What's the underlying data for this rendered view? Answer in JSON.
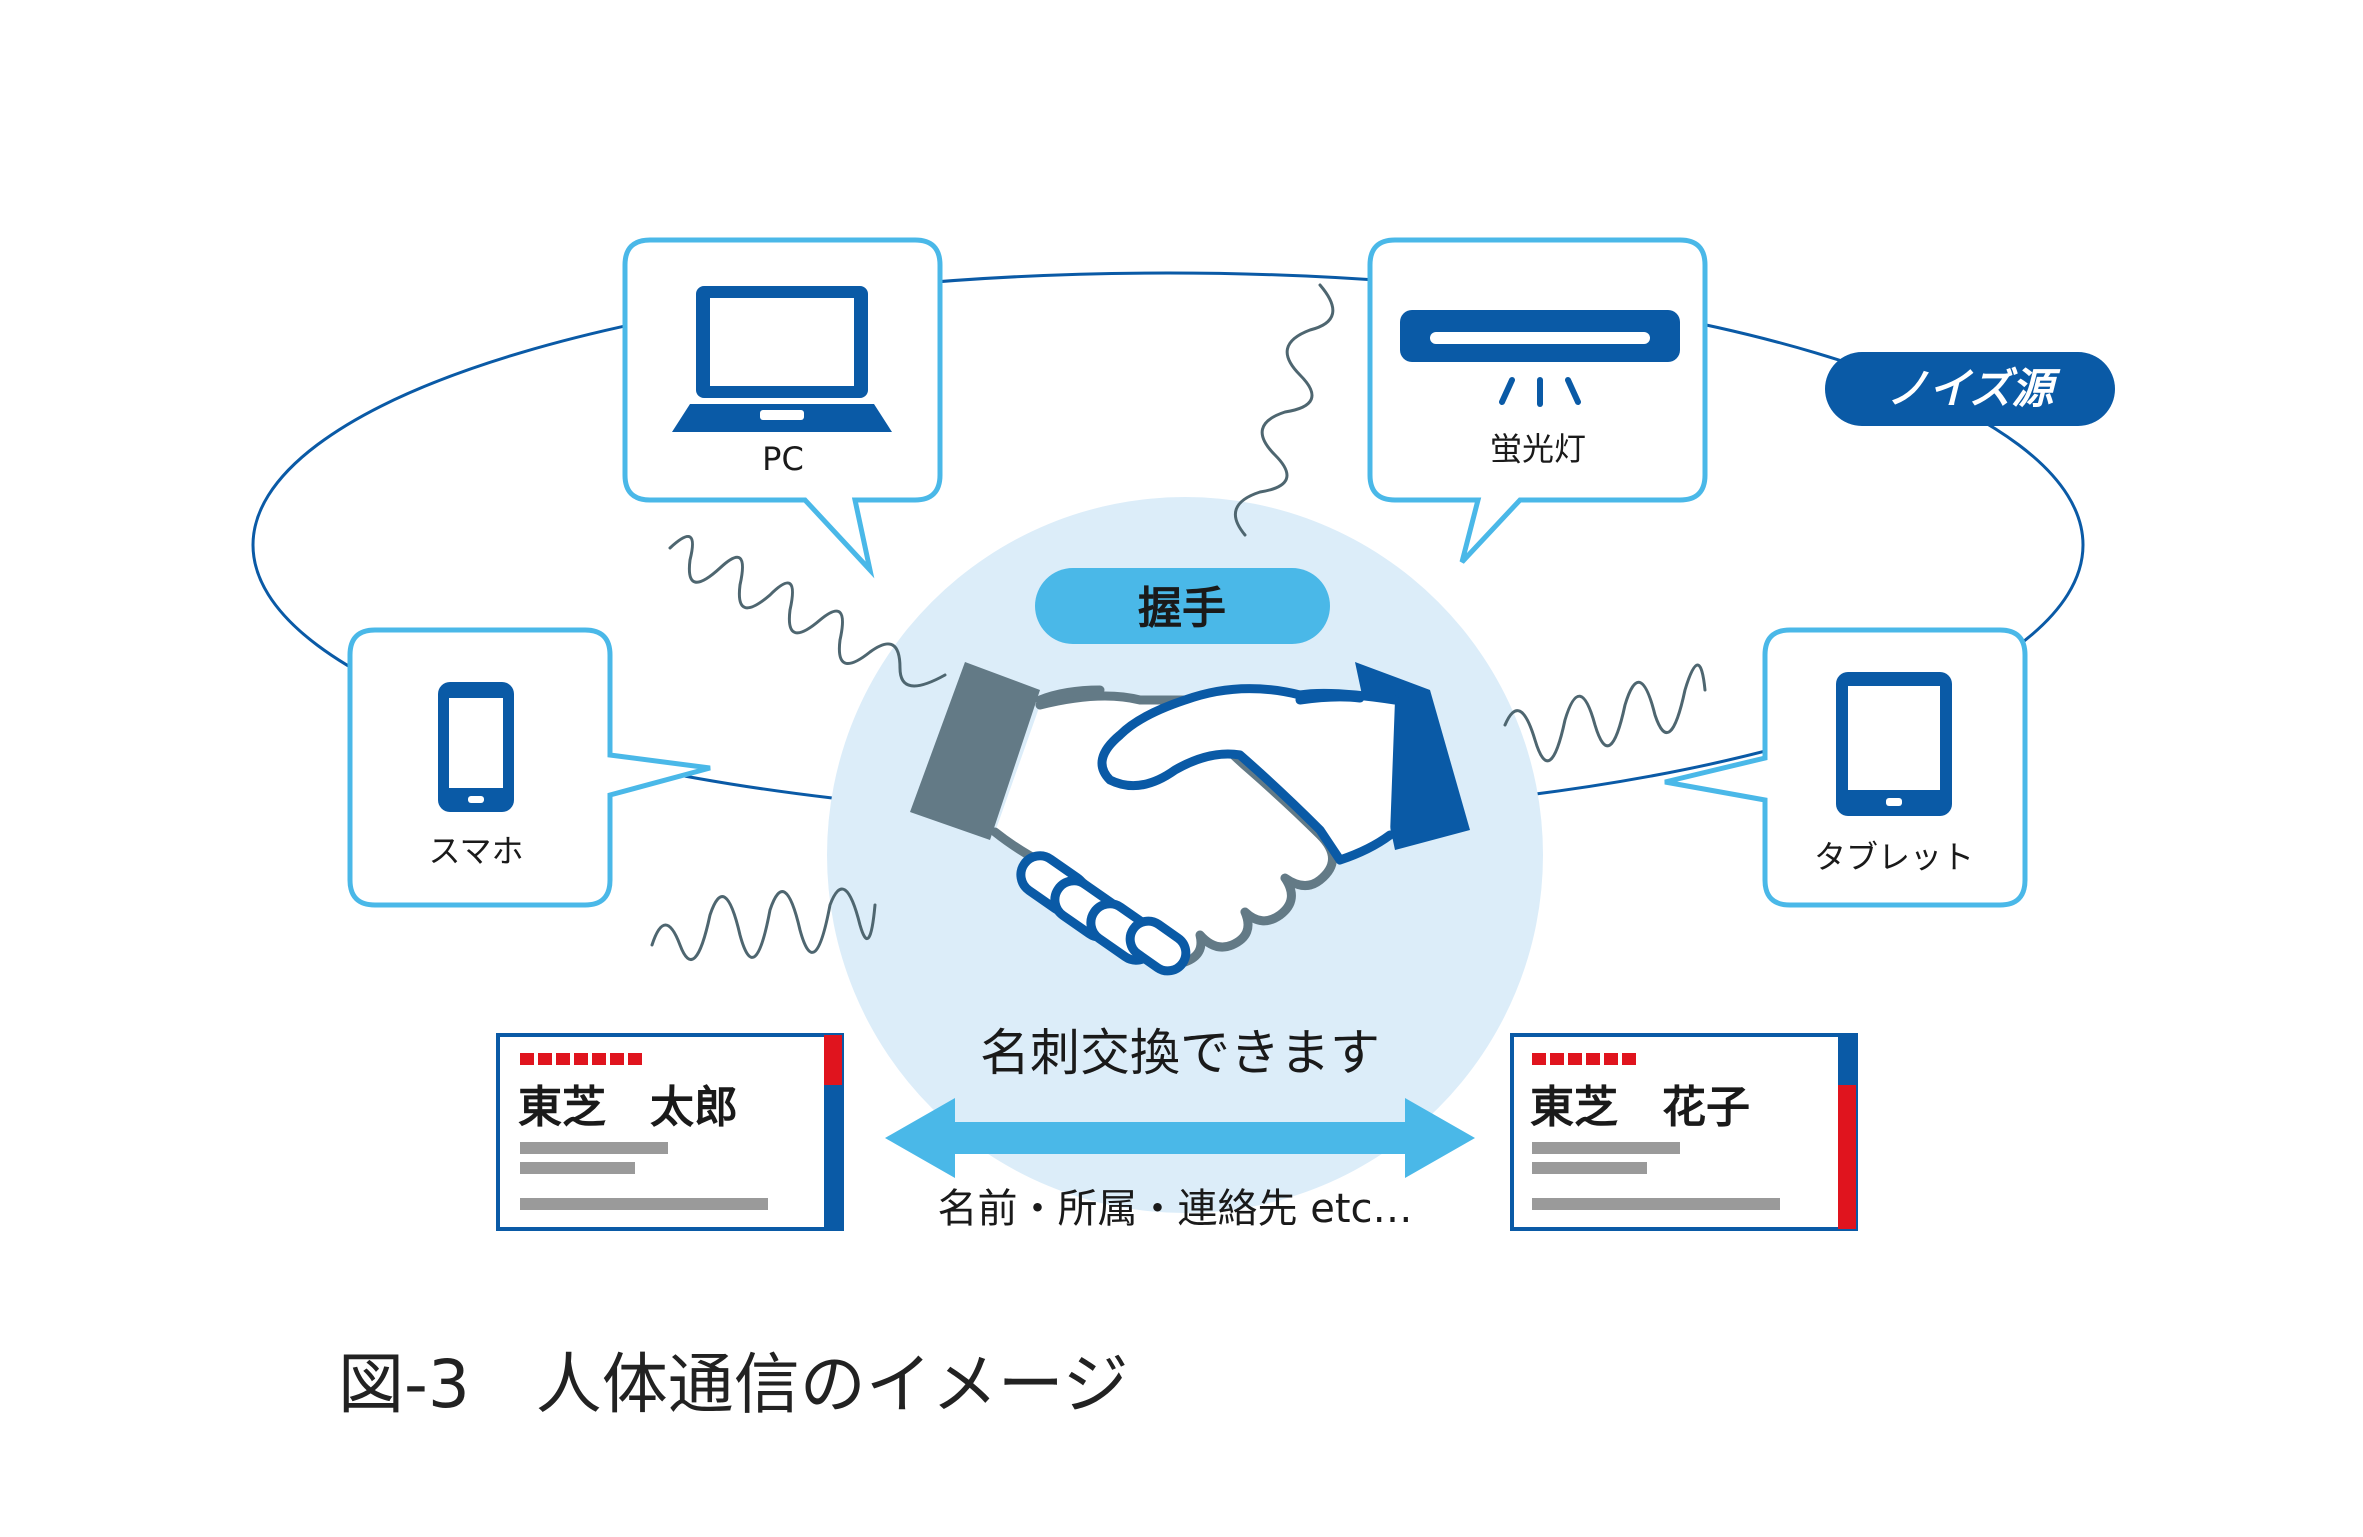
{
  "devices": {
    "pc": {
      "label": "PC",
      "icon": "laptop-icon"
    },
    "light": {
      "label": "蛍光灯",
      "icon": "fluorescent-light-icon"
    },
    "phone": {
      "label": "スマホ",
      "icon": "smartphone-icon"
    },
    "tablet": {
      "label": "タブレット",
      "icon": "tablet-icon"
    }
  },
  "noise_badge": {
    "label": "ノイズ源"
  },
  "handshake_badge": {
    "label": "握手",
    "icon": "handshake-icon"
  },
  "exchange": {
    "title": "名刺交換できます",
    "detail": "名前・所属・連絡先 etc…"
  },
  "cards": {
    "left": {
      "name": "東芝　太郎",
      "stripe": "blue-red"
    },
    "right": {
      "name": "東芝　花子",
      "stripe": "red-blue"
    }
  },
  "caption": "図-3　人体通信のイメージ",
  "colors": {
    "dark_blue": "#0a5aa6",
    "light_blue": "#4ab8e8",
    "pale_blue": "#dcedf9",
    "gray_blue": "#637a86",
    "red": "#e0141e",
    "gray": "#9a9a9a"
  }
}
